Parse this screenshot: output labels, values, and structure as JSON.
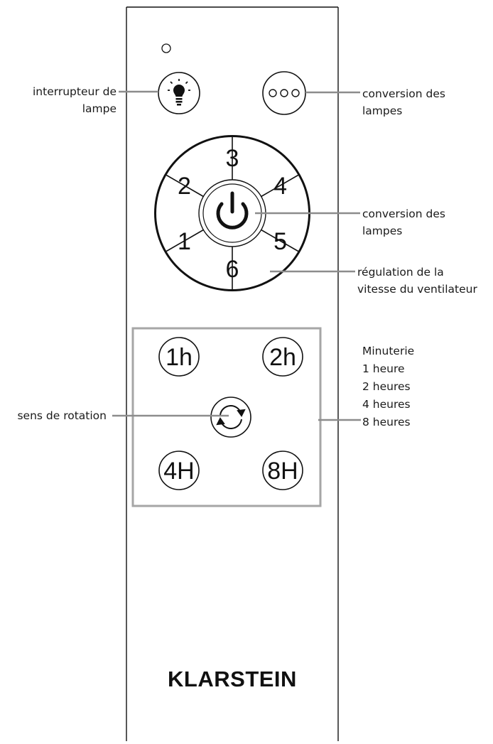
{
  "brand": "KLARSTEIN",
  "remote": {
    "speed_buttons": [
      "1",
      "2",
      "3",
      "4",
      "5",
      "6"
    ],
    "timer_buttons": [
      "1h",
      "2h",
      "4H",
      "8H"
    ],
    "lamp_icon": "lightbulb-icon",
    "lamp_mode_icon": "three-dots-icon",
    "power_icon": "power-icon",
    "rotation_icon": "rotation-icon"
  },
  "labels": {
    "lamp_switch": [
      "interrupteur de",
      "lampe"
    ],
    "lamp_conversion_top": [
      "conversion des",
      "lampes"
    ],
    "lamp_conversion_power": [
      "conversion des",
      "lampes"
    ],
    "fan_speed": [
      "régulation de la",
      "vitesse du ventilateur"
    ],
    "timer": [
      "Minuterie",
      "1 heure",
      "2 heures",
      "4 heures",
      "8 heures"
    ],
    "rotation": "sens de rotation"
  },
  "colors": {
    "outline": "#111111",
    "leader_line": "#8c8c8c",
    "timer_box": "#a6a6a6"
  }
}
